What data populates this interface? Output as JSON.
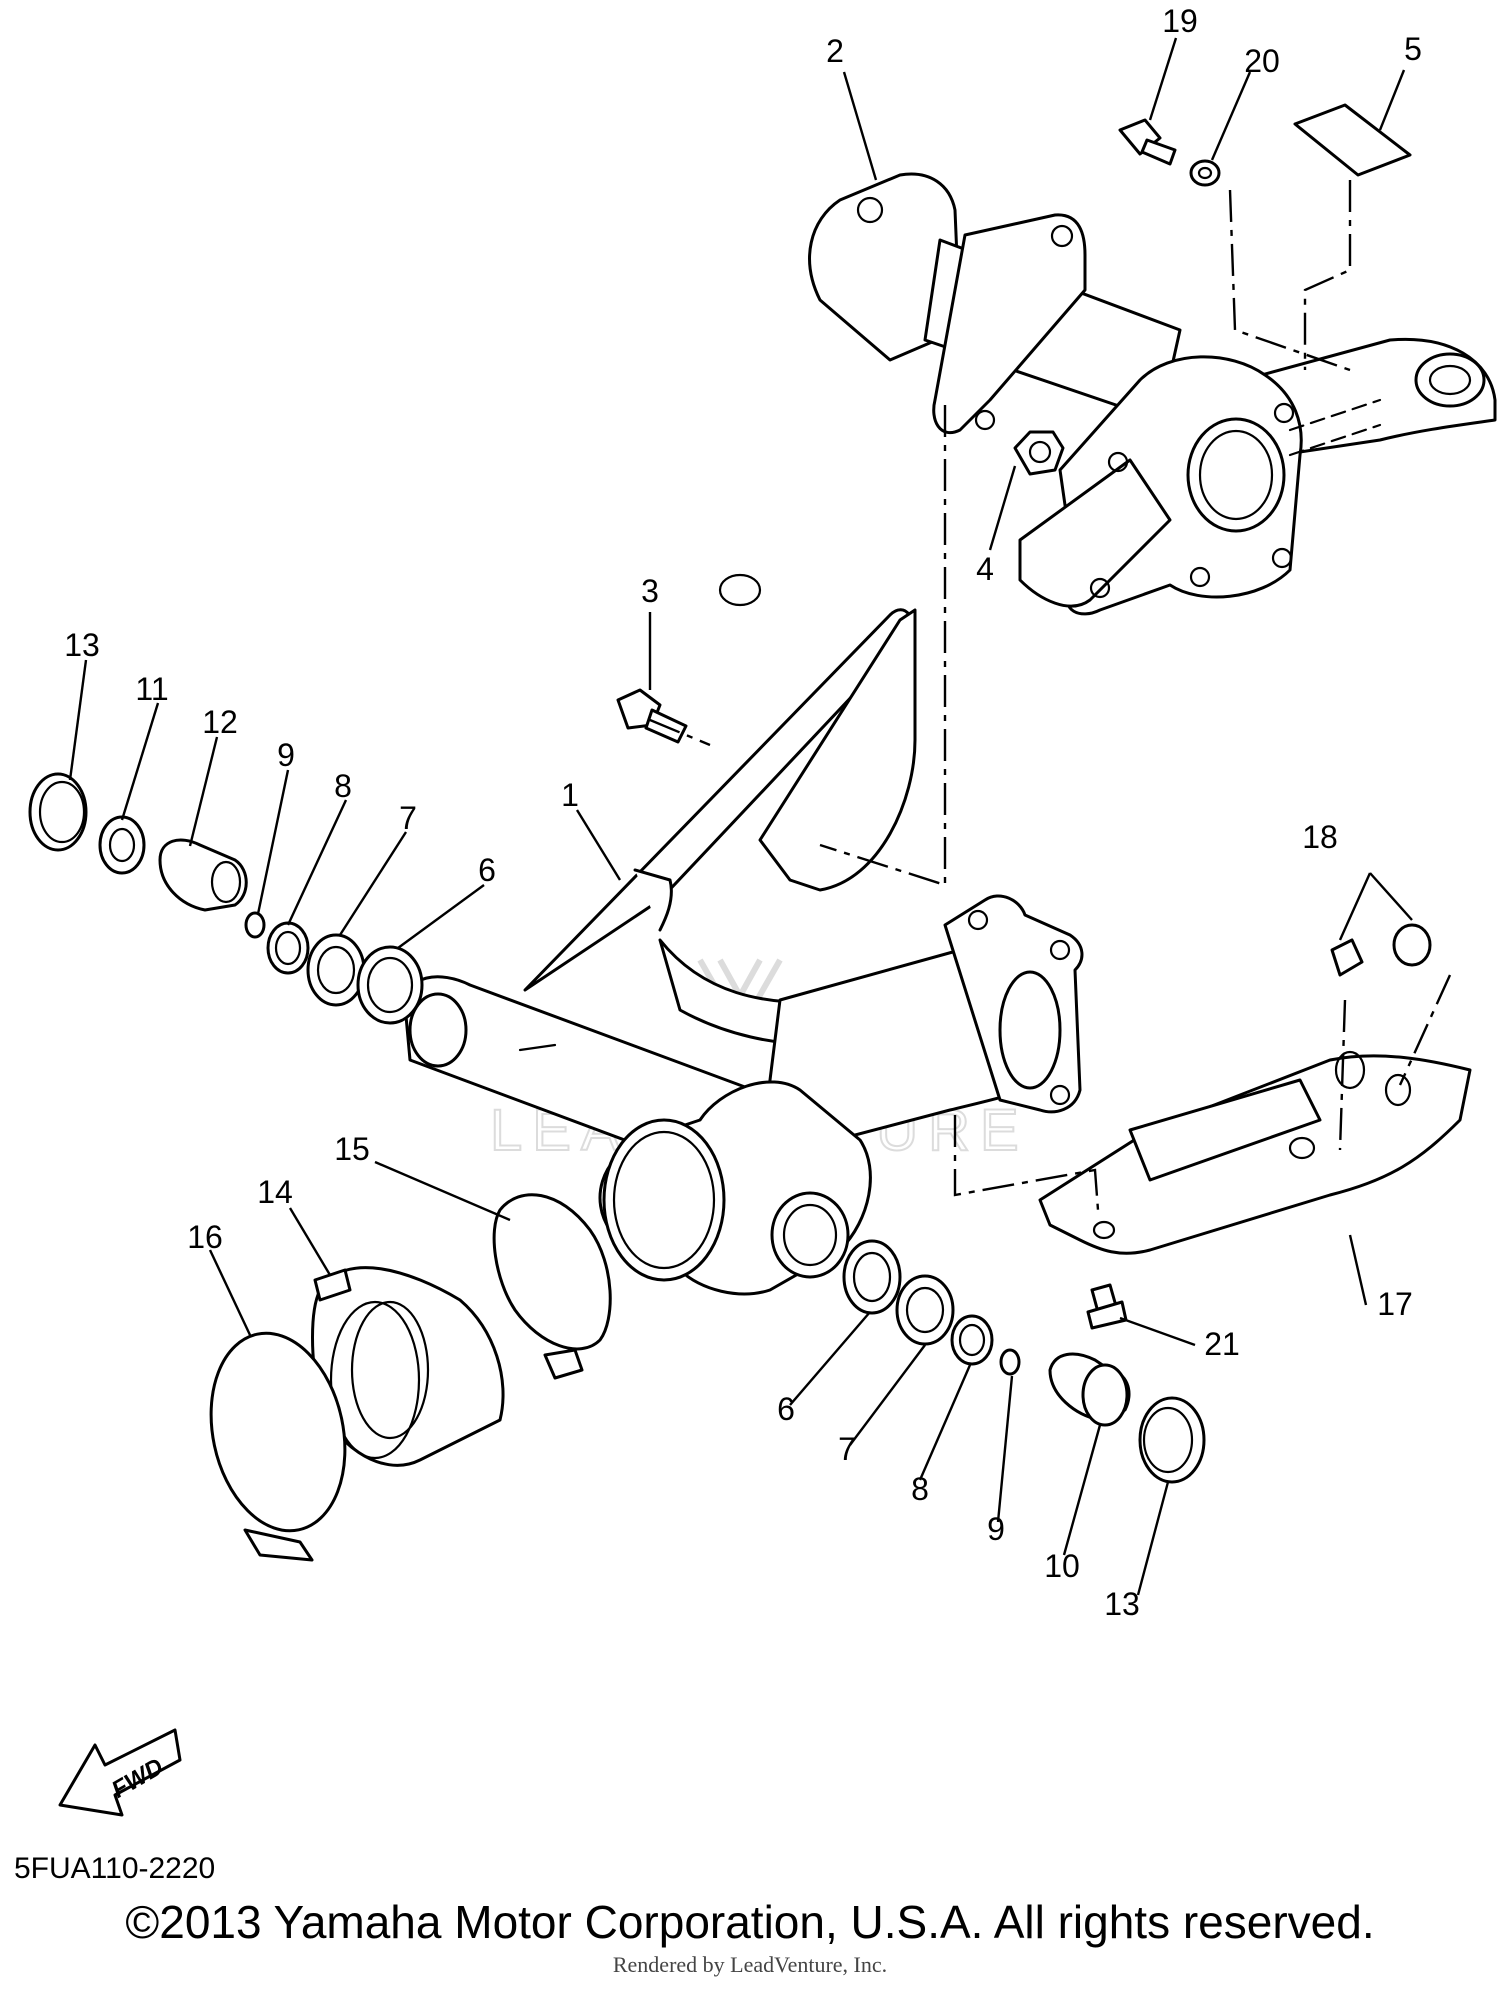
{
  "diagram": {
    "callouts": [
      "1",
      "2",
      "3",
      "4",
      "5",
      "6",
      "6",
      "7",
      "7",
      "8",
      "8",
      "9",
      "9",
      "10",
      "11",
      "12",
      "13",
      "13",
      "14",
      "15",
      "16",
      "17",
      "18",
      "19",
      "20",
      "21"
    ],
    "fwd_label": "FWD",
    "watermark": "LEADVENTURE"
  },
  "footer": {
    "drawing_number": "5FUA110-2220",
    "copyright": "©2013 Yamaha Motor Corporation, U.S.A. All rights reserved.",
    "rendered_by": "Rendered by LeadVenture, Inc."
  }
}
